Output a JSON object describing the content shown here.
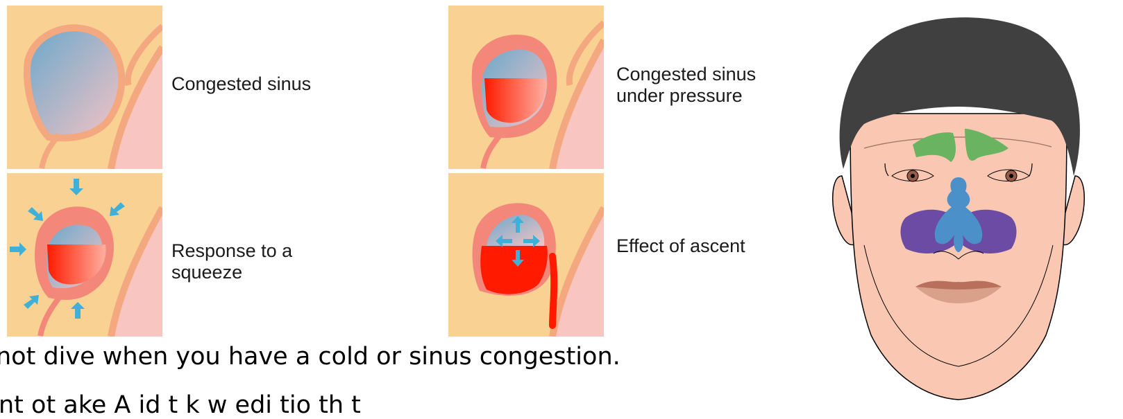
{
  "panels": [
    {
      "label_line1": "Congested sinus",
      "label_line2": ""
    },
    {
      "label_line1": "Congested sinus",
      "label_line2": "under pressure"
    },
    {
      "label_line1": "Response to a",
      "label_line2": "squeeze"
    },
    {
      "label_line1": "Effect of ascent",
      "label_line2": ""
    }
  ],
  "caption": {
    "line1": "not dive when you have a cold or sinus congestion.",
    "line2": "nt ot ake  A  id t  k   w   edi  tio     th t"
  },
  "colors": {
    "background_tissue": "#f9d293",
    "pink_tissue": "#f8c5c0",
    "sinus_wall": "#f3887a",
    "air_top": "#7fb0cf",
    "blood": "#ff1a00",
    "arrow": "#3fb0d8",
    "frontal_sinus": "#6ab360",
    "maxillary_sinus": "#6b4ba3",
    "ethmoid_sinus": "#4b90c8",
    "hair": "#404040",
    "skin": "#fac8b2"
  },
  "icons": [
    "pressure-arrow-icon"
  ]
}
